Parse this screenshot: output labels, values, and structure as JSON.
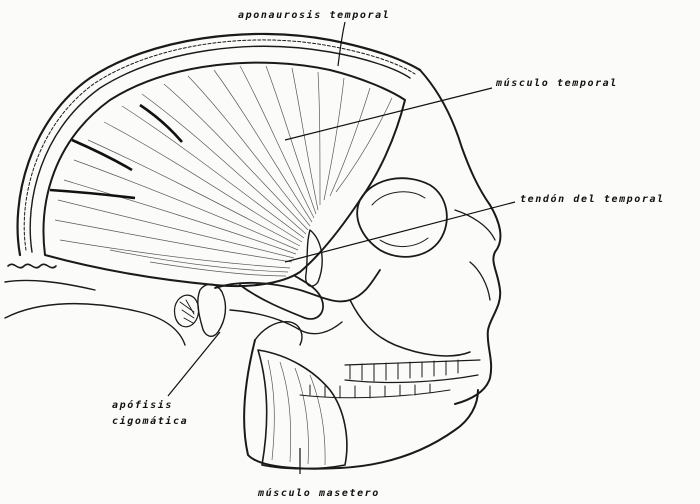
{
  "labels": {
    "aponeurosis": "aponaurosis temporal",
    "temporal_muscle": "músculo temporal",
    "tendon": "tendón del temporal",
    "zygomatic_line1": "apófisis",
    "zygomatic_line2": "cigomática",
    "masseter": "músculo masetero"
  },
  "colors": {
    "ink": "#111111",
    "paper": "#fbfbfa"
  }
}
